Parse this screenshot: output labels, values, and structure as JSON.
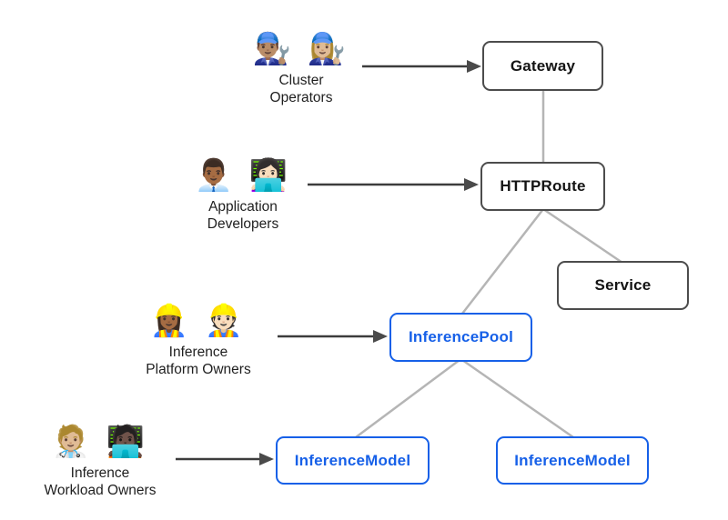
{
  "diagram": {
    "personas": [
      {
        "emoji_1": "👨🏽‍🔧",
        "emoji_2": "👩🏼‍🔧",
        "line1": "Cluster",
        "line2": "Operators"
      },
      {
        "emoji_1": "👨🏾‍💼",
        "emoji_2": "👩🏻‍💻",
        "line1": "Application",
        "line2": "Developers"
      },
      {
        "emoji_1": "👷🏾‍♀️",
        "emoji_2": "👷🏻",
        "line1": "Inference",
        "line2": "Platform Owners"
      },
      {
        "emoji_1": "🧑🏼‍⚕️",
        "emoji_2": "🧑🏿‍💻",
        "line1": "Inference",
        "line2": "Workload Owners"
      }
    ],
    "nodes": [
      {
        "label": "Gateway",
        "style": "dark"
      },
      {
        "label": "HTTPRoute",
        "style": "dark"
      },
      {
        "label": "Service",
        "style": "dark"
      },
      {
        "label": "InferencePool",
        "style": "blue"
      },
      {
        "label": "InferenceModel",
        "style": "blue"
      },
      {
        "label": "InferenceModel",
        "style": "blue"
      }
    ],
    "colors": {
      "node_dark_border": "#4c4c4c",
      "node_blue": "#1660e8",
      "connector_gray": "#b5b5b5",
      "arrow_dark": "#3c3c3c",
      "background": "#ffffff",
      "text": "#1f1f1f"
    }
  }
}
